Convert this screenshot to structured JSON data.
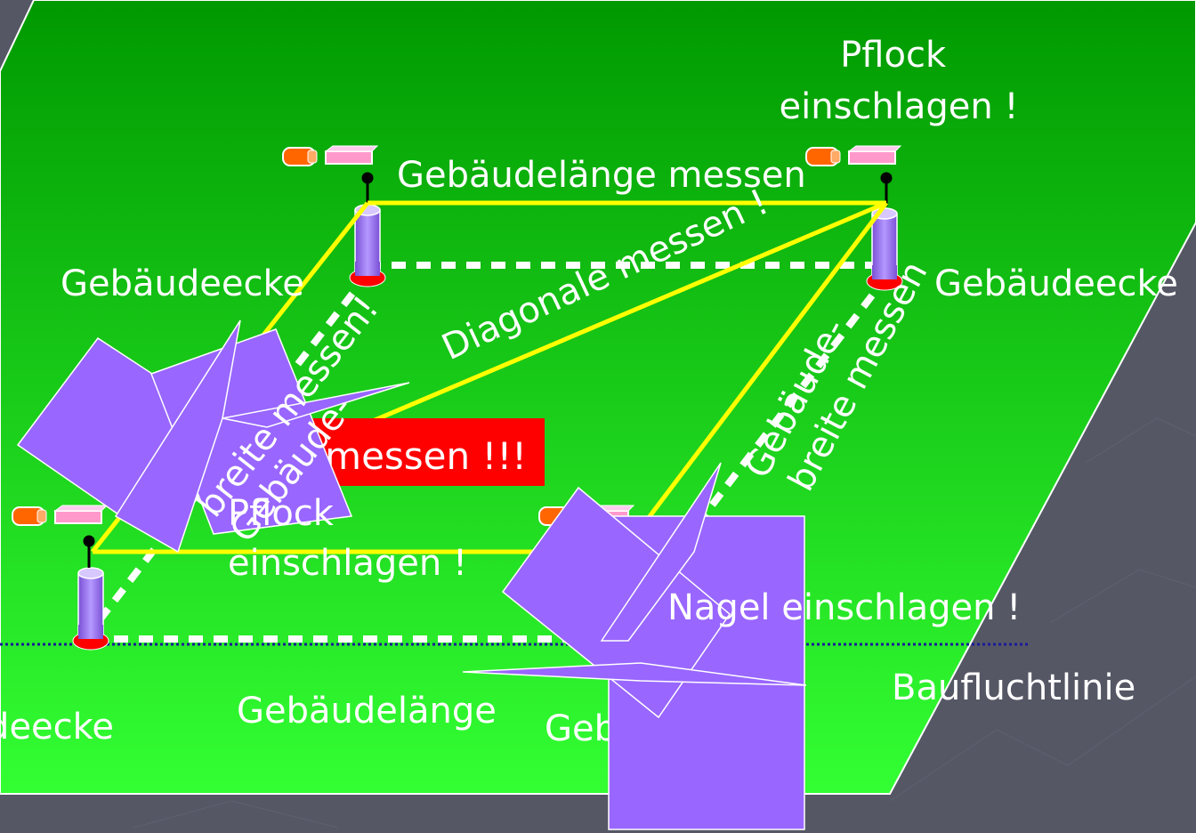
{
  "colors": {
    "background": "#555765",
    "plot_top": "#009900",
    "plot_bottom": "#33ff33",
    "building_outline": "#ffff00",
    "measure_line": "#ffffff",
    "baufluchtlinie": "#1a1a99",
    "stake": "#9966ff",
    "overlay_shape": "#9966ff",
    "warning_box": "#ff0000",
    "label_text": "#ffffff",
    "hammer_head": "#ff6600",
    "hammer_handle": "#ff99cc"
  },
  "labels": {
    "pflock_top_line1": "Pflock",
    "pflock_top_line2": "einschlagen !",
    "gebaeudelaenge_messen": "Gebäudelänge messen",
    "gebaeudeecke_left": "Gebäudeecke",
    "gebaeudeecke_right": "Gebäudeecke",
    "diagonale_messen": "Diagonale messen !",
    "breite_left_line1": "Gebäude-",
    "breite_left_line2": "breite messen!",
    "breite_right_line1": "Gebäude-",
    "breite_right_line2": "breite messen",
    "warning": "messen !!!",
    "pflock_mid_line1": "Pflock",
    "pflock_mid_line2": "einschlagen !",
    "nagel": "Nagel einschlagen !",
    "baufluchtlinie": "Baufluchtlinie",
    "gebaeudelaenge": "Gebäudelänge",
    "ecke_bottom_left": "Gebäudeecke",
    "ecke_bottom_mid": "Gebäudeecke"
  },
  "icons": {
    "hammer": "hammer-icon",
    "stake": "stake-icon",
    "nail": "nail-icon"
  }
}
